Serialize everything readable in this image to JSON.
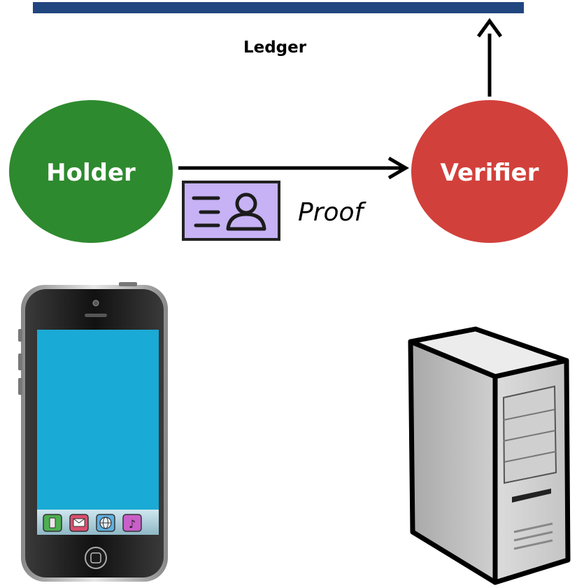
{
  "ledger": {
    "label": "Ledger",
    "color": "#21467f"
  },
  "holder": {
    "label": "Holder",
    "color": "#2e8a2e"
  },
  "verifier": {
    "label": "Verifier",
    "color": "#d2403b"
  },
  "proof": {
    "label": "Proof",
    "card_color": "#c6b2f4",
    "icon": "credential-card-icon"
  },
  "devices": {
    "phone": {
      "icon": "smartphone-icon",
      "screen_color": "#1aaad6"
    },
    "server": {
      "icon": "server-tower-icon"
    }
  }
}
